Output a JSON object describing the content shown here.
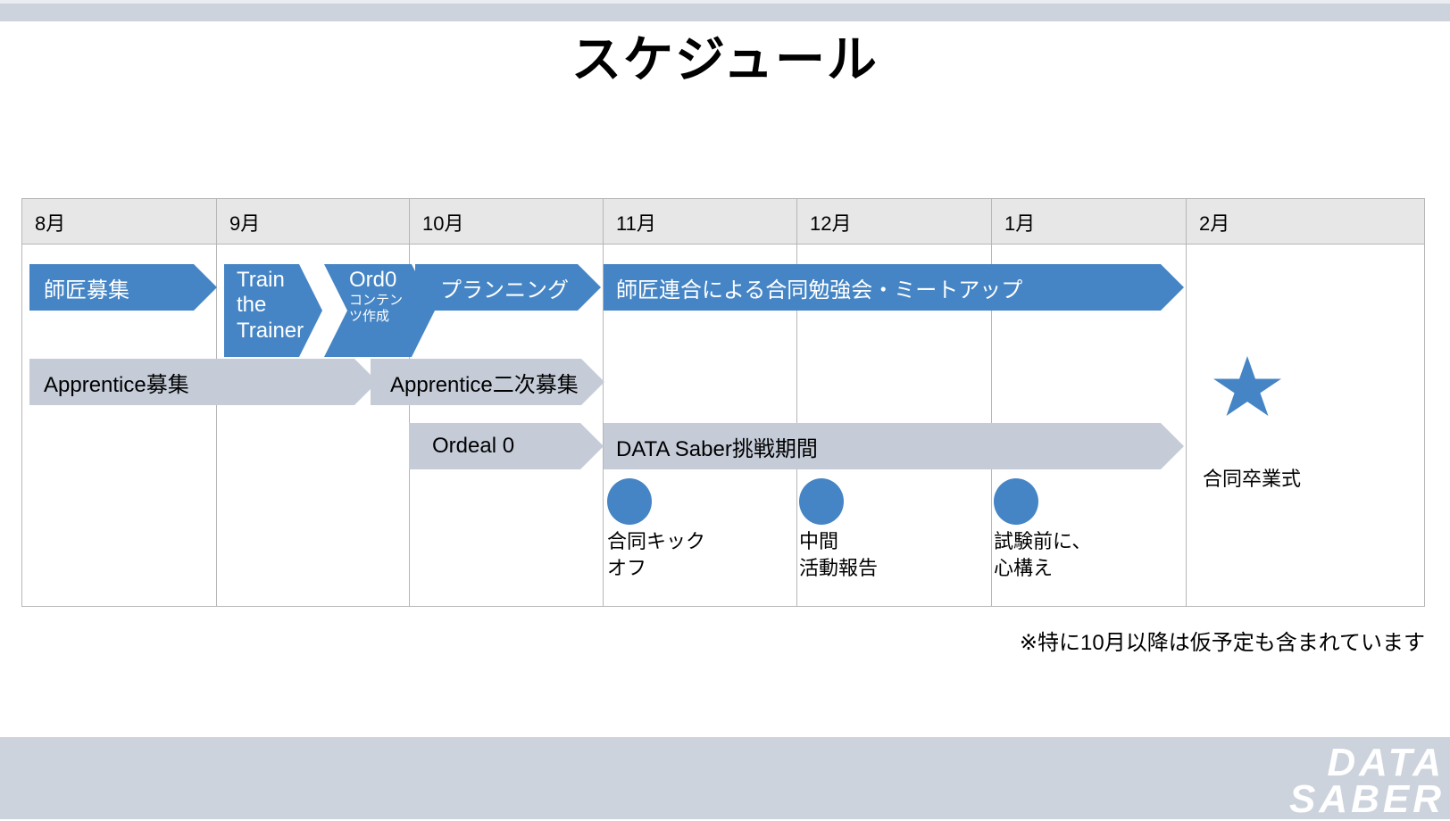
{
  "slide": {
    "title": "スケジュール",
    "footnote": "※特に10月以降は仮予定も含まれています",
    "logo_line1": "DATA",
    "logo_line2": "SABER",
    "colors": {
      "accent_blue": "#4585c5",
      "bar_gray": "#c5ccd8",
      "band": "#ccd3dd",
      "header_fill": "#e7e7e7",
      "grid_line": "#b6b6b6"
    }
  },
  "table": {
    "columns": [
      {
        "label": "8月"
      },
      {
        "label": "9月"
      },
      {
        "label": "10月"
      },
      {
        "label": "11月"
      },
      {
        "label": "12月"
      },
      {
        "label": "1月"
      },
      {
        "label": "2月"
      }
    ]
  },
  "bars": [
    {
      "label": "師匠募集",
      "style": "blue",
      "shape": "arrow",
      "row": 1
    },
    {
      "label": "Train\nthe\nTrainer",
      "style": "blue",
      "shape": "arrow",
      "row": 1
    },
    {
      "label": "Ord0",
      "sublabel": "コンテン\nツ作成",
      "style": "blue",
      "shape": "chev",
      "row": 1
    },
    {
      "label": "プランニング",
      "style": "blue",
      "shape": "arrow",
      "row": 1
    },
    {
      "label": "師匠連合による合同勉強会・ミートアップ",
      "style": "blue",
      "shape": "arrow",
      "row": 1
    },
    {
      "label": "Apprentice募集",
      "style": "gray",
      "shape": "arrow",
      "row": 2
    },
    {
      "label": "Apprentice二次募集",
      "style": "gray",
      "shape": "arrow",
      "row": 2
    },
    {
      "label": "Ordeal 0",
      "style": "gray",
      "shape": "arrow",
      "row": 3
    },
    {
      "label": "DATA Saber挑戦期間",
      "style": "gray",
      "shape": "arrow",
      "row": 3
    }
  ],
  "milestones": [
    {
      "label": "合同キック\nオフ",
      "month": "11月"
    },
    {
      "label": "中間\n活動報告",
      "month": "12月"
    },
    {
      "label": "試験前に、\n心構え",
      "month": "1月"
    }
  ],
  "graduation": {
    "label": "合同卒業式",
    "icon": "star-icon",
    "month": "2月"
  }
}
